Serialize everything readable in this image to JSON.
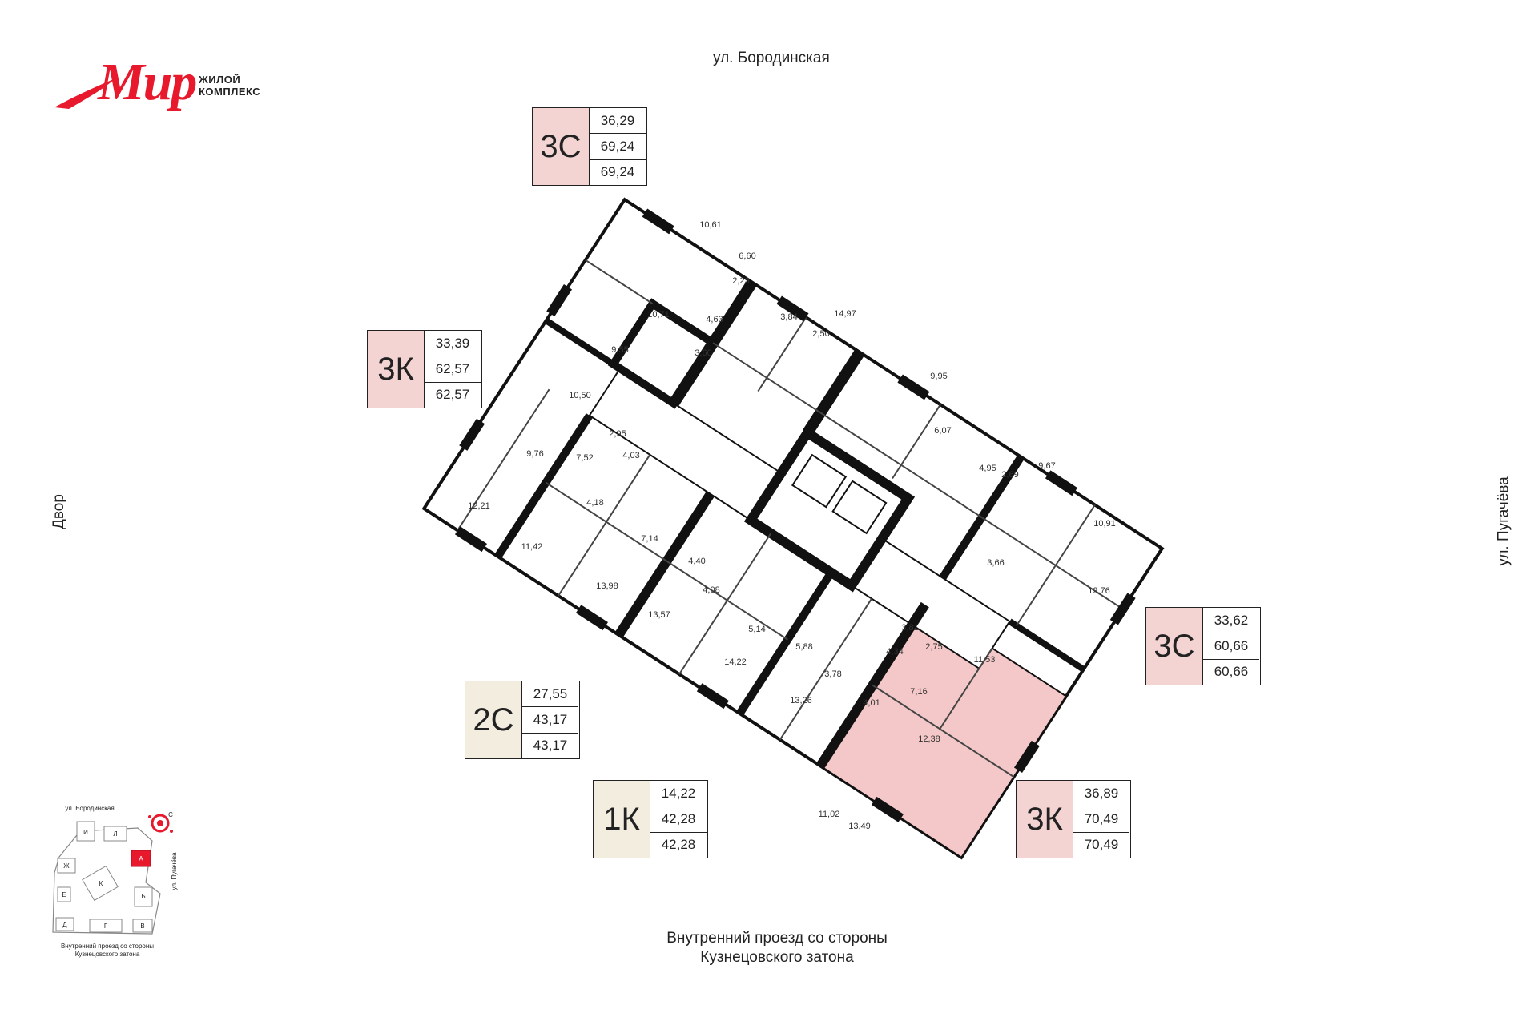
{
  "logo": {
    "word": "Мир",
    "line1": "ЖИЛОЙ",
    "line2": "КОМПЛЕКС"
  },
  "streets": {
    "top": "ул. Бородинская",
    "left": "Двор",
    "right": "ул. Пугачёва",
    "bottom_line1": "Внутренний проезд со стороны",
    "bottom_line2": "Кузнецовского затона"
  },
  "cards": [
    {
      "type": "3С",
      "values": [
        "36,29",
        "69,24",
        "69,24"
      ]
    },
    {
      "type": "3К",
      "values": [
        "33,39",
        "62,57",
        "62,57"
      ]
    },
    {
      "type": "3С",
      "values": [
        "33,62",
        "60,66",
        "60,66"
      ]
    },
    {
      "type": "2С",
      "values": [
        "27,55",
        "43,17",
        "43,17"
      ]
    },
    {
      "type": "1К",
      "values": [
        "14,22",
        "42,28",
        "42,28"
      ]
    },
    {
      "type": "3К",
      "values": [
        "36,89",
        "70,49",
        "70,49"
      ]
    }
  ],
  "rooms": [
    "10,61",
    "6,60",
    "2,23",
    "3,84",
    "14,97",
    "2,50",
    "4,63",
    "10,71",
    "3,60",
    "9,55",
    "9,95",
    "10,50",
    "6,07",
    "2,95",
    "9,76",
    "7,52",
    "4,03",
    "4,95",
    "2,69",
    "9,67",
    "12,21",
    "4,18",
    "10,91",
    "7,14",
    "11,42",
    "4,40",
    "3,66",
    "12,76",
    "13,98",
    "4,08",
    "13,57",
    "5,14",
    "3,81",
    "5,88",
    "4,34",
    "2,75",
    "11,53",
    "14,22",
    "3,78",
    "7,16",
    "4,01",
    "13,26",
    "12,38",
    "11,02",
    "13,49"
  ],
  "mini_map": {
    "street_top": "ул. Бородинская",
    "street_right": "ул. Пугачёва",
    "caption_line1": "Внутренний проезд со стороны",
    "caption_line2": "Кузнецовского затона",
    "sections": [
      "И",
      "Л",
      "Ж",
      "А",
      "К",
      "Е",
      "Б",
      "Д",
      "Г",
      "В"
    ],
    "compass": "С"
  },
  "colors": {
    "brand": "#e8192c",
    "highlight": "#f4c8c8",
    "card_pink": "#f4d3d3",
    "card_beige": "#f2eddf",
    "wall": "#111111"
  }
}
